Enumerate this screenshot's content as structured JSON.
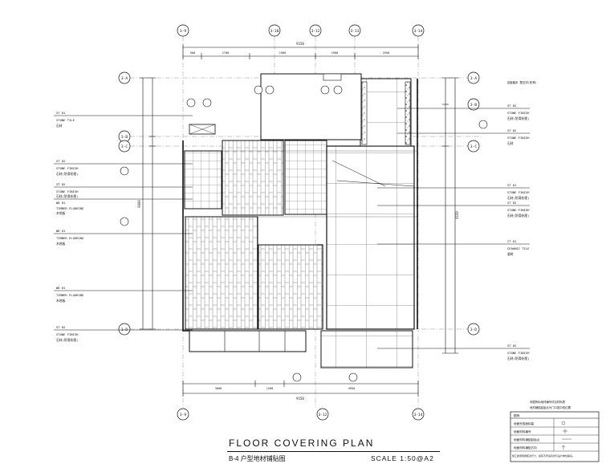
{
  "title": {
    "main": "FLOOR COVERING PLAN",
    "sub": "B-4 户型地材铺贴图",
    "scale": "SCALE  1:50@A2"
  },
  "grid_axes": {
    "top": [
      "3-9",
      "3-10",
      "3-12",
      "3-13",
      "3-14"
    ],
    "bottom": [
      "3-9",
      "3-12",
      "3-14"
    ],
    "left": [
      "3-A",
      "3-B",
      "3-C",
      "3-D"
    ],
    "right": [
      "3-A",
      "3-B",
      "3-C",
      "3-D"
    ]
  },
  "dimensions": {
    "top_total": "9150",
    "top_segments": [
      "500",
      "2700",
      "1900",
      "1900",
      "2550"
    ],
    "bottom_total": "9150",
    "bottom_segments": [
      "3000",
      "1200",
      "4950"
    ],
    "left_total": "9000",
    "right_total": "9150"
  },
  "left_tags": [
    {
      "code": "ST   01",
      "en": "STONE  TILE",
      "cn": "石材"
    },
    {
      "code": "ST   02",
      "en": "STONE  FINISH",
      "cn": "石材(防滑处理)"
    },
    {
      "code": "ST   02",
      "en": "STONE  FINISH",
      "cn": "石材(防滑处理)"
    },
    {
      "code": "WD   01",
      "en": "TIMBER  FLOORING",
      "cn": "木地板"
    },
    {
      "code": "WD   01",
      "en": "TIMBER  FLOORING",
      "cn": "木地板"
    },
    {
      "code": "WD   01",
      "en": "TIMBER  FLOORING",
      "cn": "木地板"
    },
    {
      "code": "ST   02",
      "en": "STONE  FINISH",
      "cn": "石材(防滑处理)"
    }
  ],
  "right_tags": [
    {
      "code": "ST   02",
      "en": "STONE  FINISH",
      "cn": "石材(防滑处理)"
    },
    {
      "code": "ST   02",
      "en": "STONE  FINISH",
      "cn": "石材"
    },
    {
      "code": "ST   01",
      "en": "STONE  FINISH",
      "cn": "石材(防滑处理)"
    },
    {
      "code": "ST   02",
      "en": "STONE  FINISH",
      "cn": "石材(防滑处理)"
    },
    {
      "code": "CT   01",
      "en": "CERAMIC  TILE",
      "cn": "瓷砖"
    },
    {
      "code": "ST   02",
      "en": "STONE  FINISH",
      "cn": "石材(防滑处理)"
    }
  ],
  "right_note": "铝板踏步 配石材(防滑)",
  "notes": [
    "本图所标地材编号详见材料表",
    "地材铺贴起始点为门口或中线位置"
  ],
  "legend": {
    "title": "图例",
    "rows": [
      "地面完成面标高",
      "地面材料编号",
      "地面材料铺贴起始点",
      "地面材料铺贴方向"
    ]
  },
  "legend_footer": "施工前须现场核对尺寸，如有不符请及时与设计单位联系。"
}
